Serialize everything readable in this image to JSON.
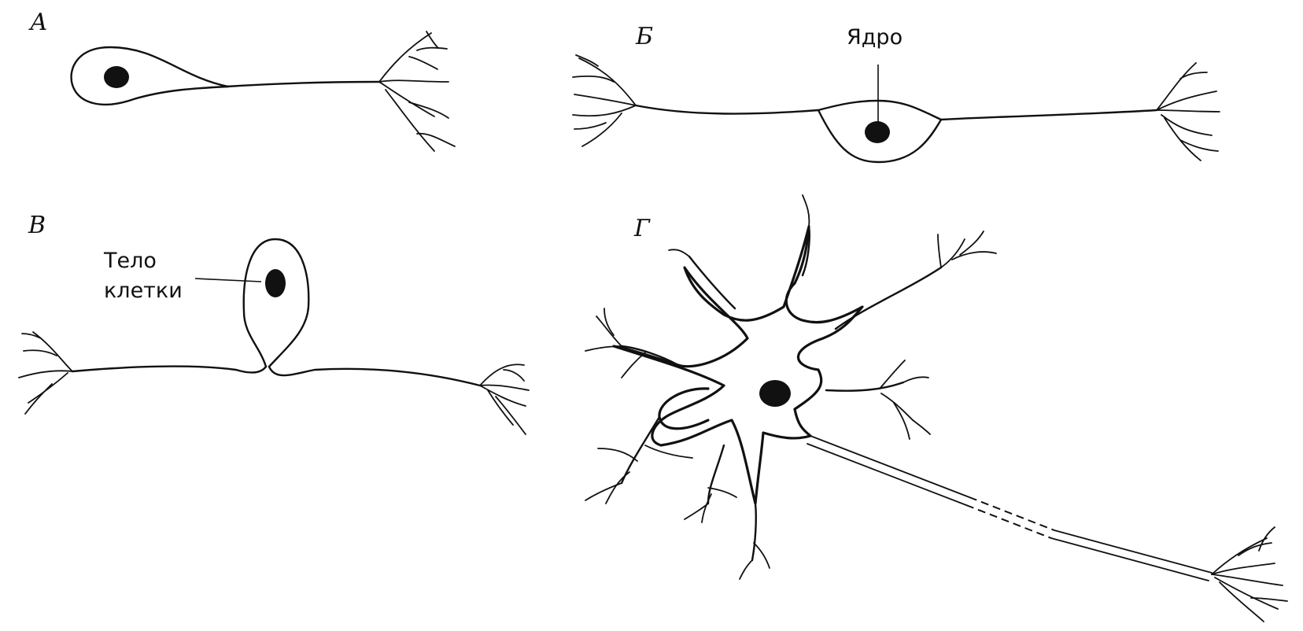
{
  "panels": {
    "a": {
      "letter": "А"
    },
    "b": {
      "letter": "Б",
      "label": "Ядро"
    },
    "v": {
      "letter": "В",
      "label_line1": "Тело",
      "label_line2": "клетки"
    },
    "g": {
      "letter": "Г"
    }
  }
}
